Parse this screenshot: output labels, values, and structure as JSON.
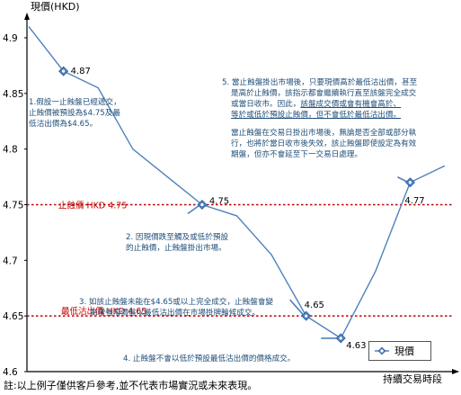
{
  "chart_data": {
    "type": "line",
    "ylabel": "現價(HKD)",
    "xlabel": "持續交易時段",
    "ylim": [
      4.6,
      4.92
    ],
    "yticks": [
      "4.9",
      "4.85",
      "4.8",
      "4.75",
      "4.7",
      "4.65",
      "4.6"
    ],
    "series": [
      {
        "name": "現價",
        "x": [
          0,
          1,
          2,
          3,
          4,
          5,
          6,
          7,
          8,
          9,
          10,
          11,
          12
        ],
        "values": [
          4.91,
          4.87,
          4.855,
          4.8,
          4.775,
          4.75,
          4.74,
          4.705,
          4.65,
          4.63,
          4.69,
          4.77,
          4.785
        ]
      }
    ],
    "markers": [
      {
        "x": 1,
        "y": 4.87,
        "label": "4.87"
      },
      {
        "x": 5,
        "y": 4.75,
        "label": "4.75"
      },
      {
        "x": 8,
        "y": 4.65,
        "label": "4.65"
      },
      {
        "x": 9,
        "y": 4.63,
        "label": "4.63"
      },
      {
        "x": 11,
        "y": 4.77,
        "label": "4.77"
      }
    ],
    "reference_lines": [
      {
        "y": 4.75,
        "label": "止蝕價 HKD 4.75",
        "color": "#c00000"
      },
      {
        "y": 4.65,
        "label": "最低沽出價 HKD 4.65",
        "color": "#c00000"
      }
    ],
    "annotations": {
      "a1": [
        "1.假設一止蝕盤已經遞交，",
        "止蝕價被預設為$4.75及最",
        "低沽出價為$4.65。"
      ],
      "a2": [
        "2. 因現價跌至觸及或低於預設",
        "的止蝕價，止蝕盤掛出市場。"
      ],
      "a3": [
        "3. 如該止蝕盤未能在$4.65或以上完全成交，止蝕盤會變",
        "為增強限價盤以最低沽出價在市場掛牌輪候成交。"
      ],
      "a4": "4. 止蝕盤不會以低於預設最低沽出價的價格成交。",
      "a5_p1_l1": "5.  當止蝕盤掛出市場後，只要現價高於最低沽出價，甚至",
      "a5_p1_l2": "是高於止蝕價，該指示都會繼續執行直至該盤完全成交",
      "a5_p1_l3a": "或當日收市。因此，",
      "a5_p1_l3b": "該盤成交價或會有機會高於、",
      "a5_p1_l4": "等於或低於預設止蝕價，但不會低於最低沽出價。",
      "a5_p2": [
        "當止蝕盤在交易日掛出市場後，無論是否全部或部分執",
        "行，也將於當日收市後失效，該止蝕盤即使設定為有效",
        "期盤，但亦不會延至下一交易日處理。"
      ]
    },
    "legend": {
      "label": "現價",
      "position": "bottom-right"
    },
    "grid": false
  },
  "footnote": "註:以上例子僅供客戶參考,並不代表市場實況或未來表現。",
  "colors": {
    "line": "#4f81bd",
    "marker": "#4f81bd",
    "ref": "#c00000",
    "text": "#1f4e79"
  }
}
